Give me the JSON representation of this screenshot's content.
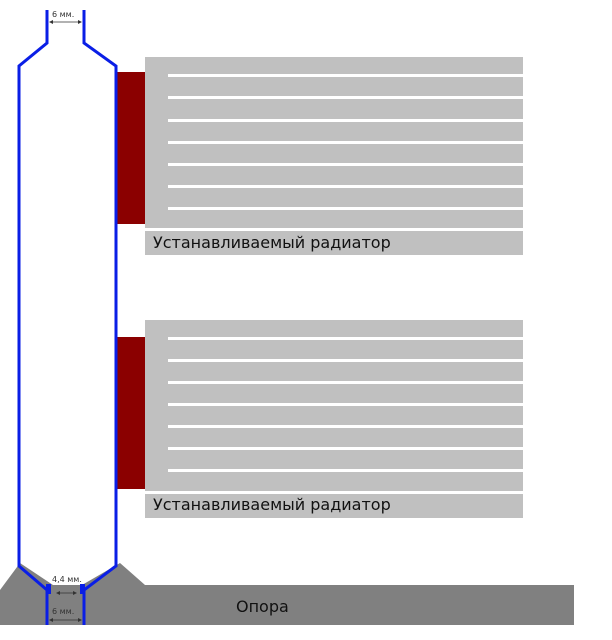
{
  "labels": {
    "top_width": "6 мм.",
    "bottom_inner_width": "4,4 мм.",
    "bottom_width": "6 мм.",
    "radiator_1": "Устанавливаемый радиатор",
    "radiator_2": "Устанавливаемый радиатор",
    "support": "Опора"
  },
  "colors": {
    "tube_outline": "#0a1ee6",
    "radiator_fins": "#c0c0c0",
    "heat_pad": "#8b0000",
    "support": "#808080",
    "background": "#ffffff"
  }
}
